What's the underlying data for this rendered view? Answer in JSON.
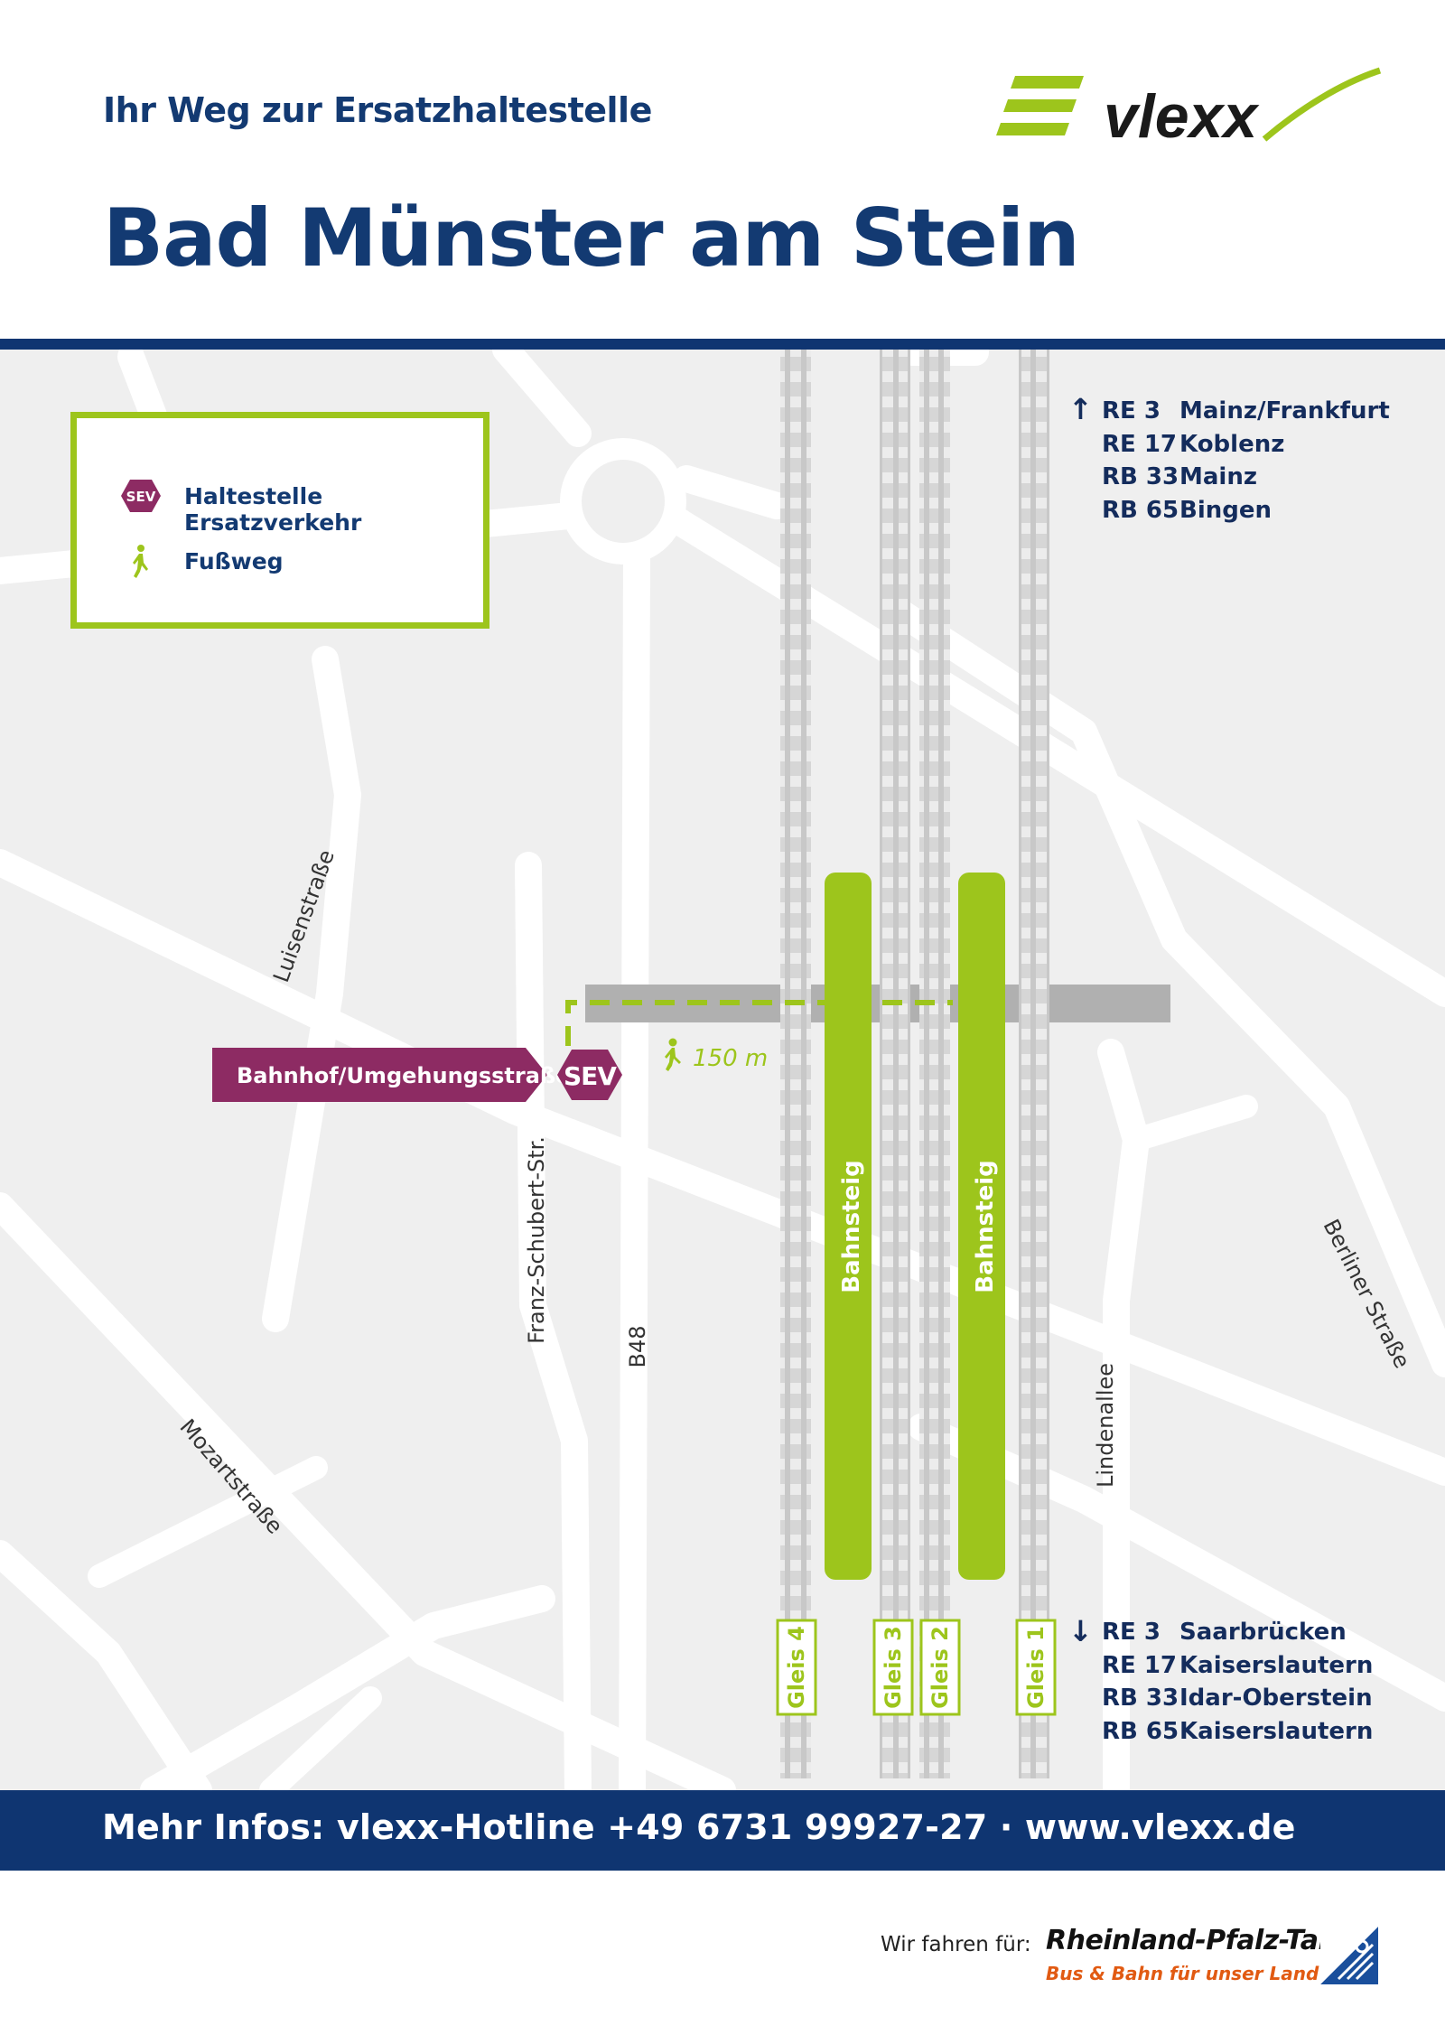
{
  "header": {
    "subtitle": "Ihr Weg zur Ersatzhaltestelle",
    "title": "Bad Münster am Stein",
    "logo_text": "vlexx"
  },
  "legend": {
    "sev_label": "Haltestelle Ersatzverkehr",
    "walk_label": "Fußweg",
    "sev_badge": "SEV"
  },
  "map": {
    "streets": {
      "luisen": "Luisenstraße",
      "schubert": "Franz-Schubert-Str.",
      "b48": "B48",
      "mozart": "Mozartstraße",
      "linden": "Lindenallee",
      "berliner": "Berliner Straße"
    },
    "stop_name": "Bahnhof/Umgehungsstraße",
    "walk_distance": "150 m",
    "platform_label": "Bahnsteig",
    "tracks": [
      "Gleis 4",
      "Gleis 3",
      "Gleis 2",
      "Gleis 1"
    ],
    "routes_north": [
      {
        "line": "RE 3",
        "dest": "Mainz/Frankfurt"
      },
      {
        "line": "RE 17",
        "dest": "Koblenz"
      },
      {
        "line": "RB 33",
        "dest": "Mainz"
      },
      {
        "line": "RB 65",
        "dest": "Bingen"
      }
    ],
    "routes_south": [
      {
        "line": "RE 3",
        "dest": "Saarbrücken"
      },
      {
        "line": "RE 17",
        "dest": "Kaiserslautern"
      },
      {
        "line": "RB 33",
        "dest": "Idar-Oberstein"
      },
      {
        "line": "RB 65",
        "dest": "Kaiserslautern"
      }
    ],
    "arrow_north": "↑",
    "arrow_south": "↓"
  },
  "footer": {
    "info": "Mehr Infos: vlexx-Hotline +49 6731 99927-27 · www.vlexx.de"
  },
  "partner": {
    "label": "Wir fahren für:",
    "name": "Rheinland-Pfalz-Takt",
    "slogan": "Bus & Bahn für unser Land"
  },
  "colors": {
    "navy": "#0f3571",
    "green": "#9dc51c",
    "purple": "#8d2b63",
    "map_bg": "#efefef",
    "road": "#ffffff"
  }
}
